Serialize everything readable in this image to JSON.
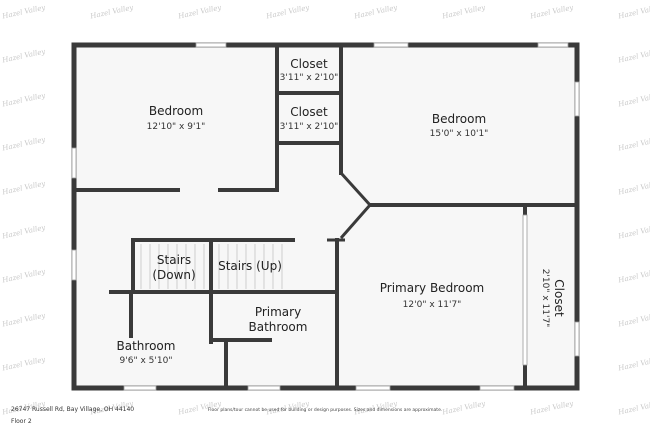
{
  "watermark": "Hazel Valley",
  "rooms": {
    "bedroom_left": {
      "name": "Bedroom",
      "dims": "12'10\" x 9'1\""
    },
    "closet_top": {
      "name": "Closet",
      "dims": "3'11\" x 2'10\""
    },
    "closet_mid": {
      "name": "Closet",
      "dims": "3'11\" x 2'10\""
    },
    "bedroom_right": {
      "name": "Bedroom",
      "dims": "15'0\" x 10'1\""
    },
    "stairs_down": {
      "name_line1": "Stairs",
      "name_line2": "(Down)"
    },
    "stairs_up": {
      "name": "Stairs (Up)"
    },
    "primary_bedroom": {
      "name": "Primary Bedroom",
      "dims": "12'0\" x 11'7\""
    },
    "closet_right": {
      "name": "Closet",
      "dims": "2'10\" x 11'7\""
    },
    "primary_bathroom": {
      "name_line1": "Primary",
      "name_line2": "Bathroom"
    },
    "bathroom": {
      "name": "Bathroom",
      "dims": "9'6\" x 5'10\""
    }
  },
  "footer": {
    "address": "26747 Russell Rd, Bay Village, OH 44140",
    "floor": "Floor 2",
    "disclaimer": "Floor plans/tour cannot be used for building or design purposes. Sizes and dimensions are approximate."
  },
  "colors": {
    "wall": "#3a3a3a",
    "floor": "#f7f7f7",
    "window": "#ffffff"
  }
}
